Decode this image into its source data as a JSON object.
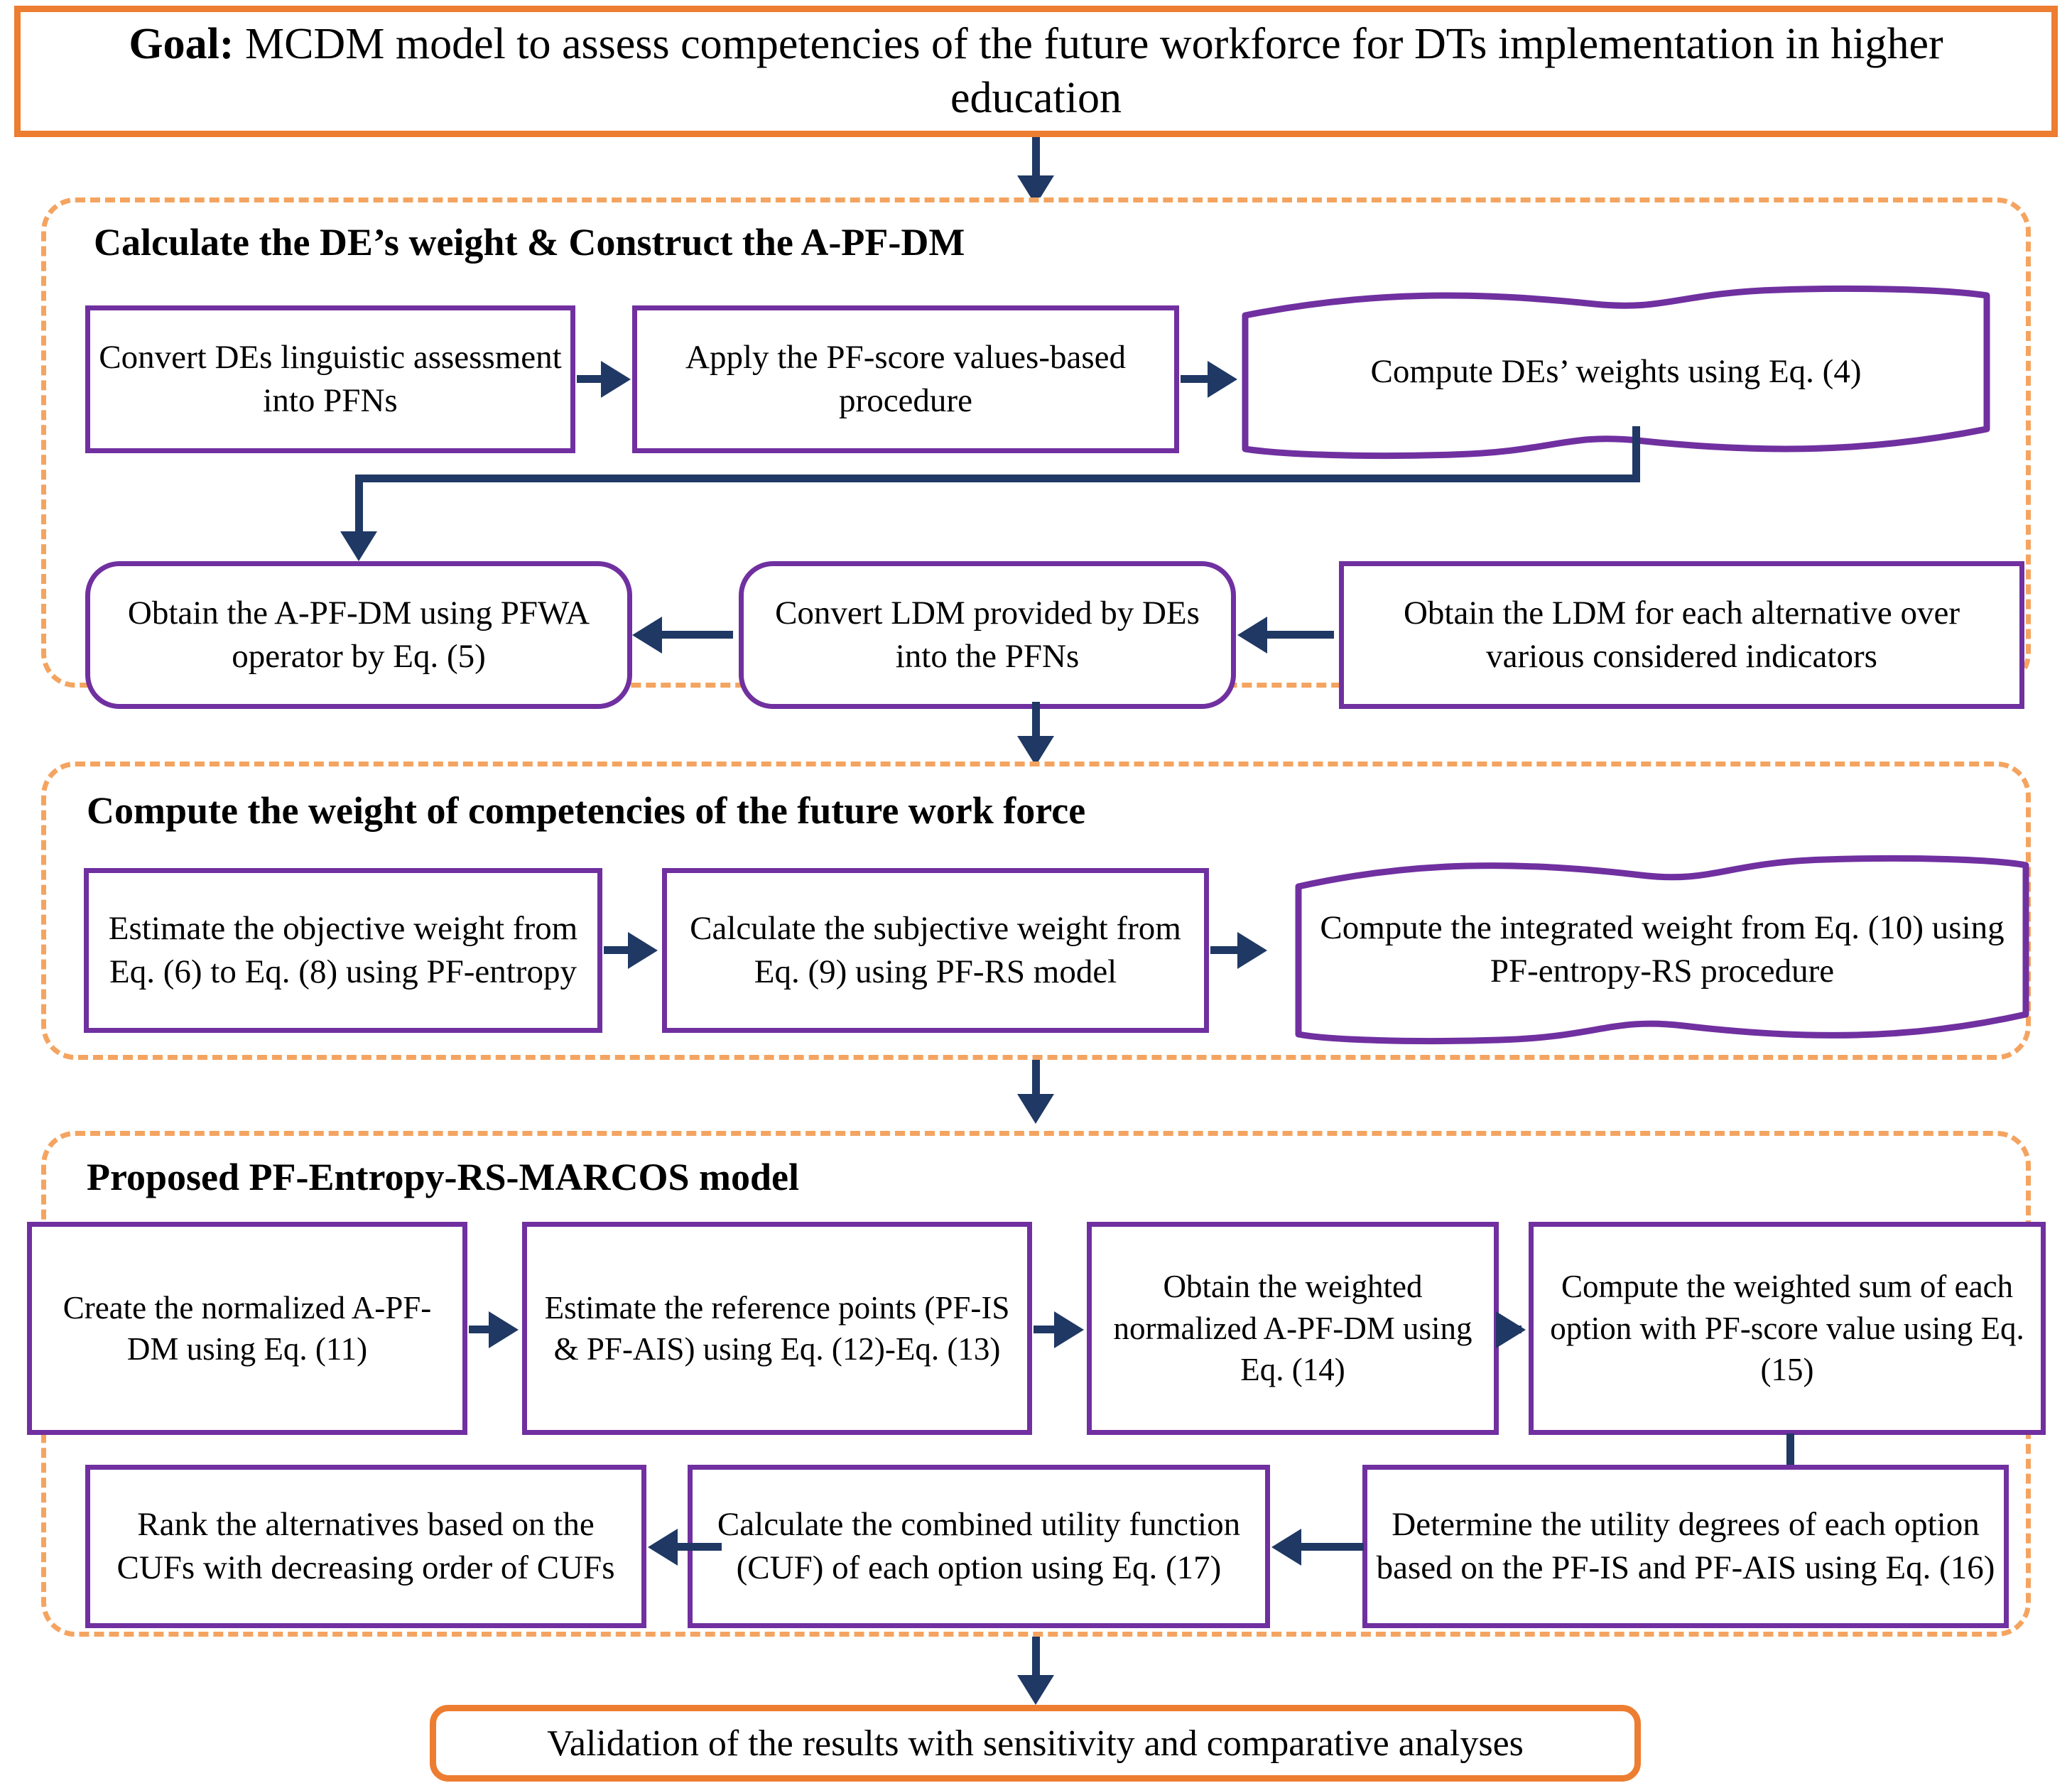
{
  "colors": {
    "orange": "#ED7D31",
    "dashed_orange": "#F4A460",
    "purple": "#7030A0",
    "navy": "#1F3864",
    "text": "#000000",
    "background": "#FFFFFF"
  },
  "goal": {
    "prefix": "Goal:",
    "text": " MCDM model to assess competencies of the future workforce for DTs implementation in higher education"
  },
  "sections": [
    {
      "id": "section-1",
      "title": "Calculate the DE’s weight & Construct the A-PF-DM",
      "nodes": [
        {
          "id": "n1",
          "shape": "rect",
          "text": "Convert DEs linguistic assessment into PFNs"
        },
        {
          "id": "n2",
          "shape": "rect",
          "text": "Apply the PF-score values-based procedure"
        },
        {
          "id": "n3",
          "shape": "wave",
          "text": "Compute DEs’ weights using Eq. (4)"
        },
        {
          "id": "n4",
          "shape": "round",
          "text": "Obtain the A-PF-DM using PFWA operator by Eq. (5)"
        },
        {
          "id": "n5",
          "shape": "round",
          "text": "Convert LDM provided by DEs into the PFNs"
        },
        {
          "id": "n6",
          "shape": "rect",
          "text": "Obtain the LDM for each alternative over various considered indicators"
        }
      ]
    },
    {
      "id": "section-2",
      "title": "Compute the weight of competencies of the future work force",
      "nodes": [
        {
          "id": "n7",
          "shape": "rect",
          "text": "Estimate the objective weight from Eq. (6) to Eq. (8) using PF-entropy"
        },
        {
          "id": "n8",
          "shape": "rect",
          "text": "Calculate the subjective weight from Eq. (9) using PF-RS model"
        },
        {
          "id": "n9",
          "shape": "wave",
          "text": "Compute the integrated weight from Eq. (10) using PF-entropy-RS procedure"
        }
      ]
    },
    {
      "id": "section-3",
      "title": "Proposed PF-Entropy-RS-MARCOS model",
      "nodes": [
        {
          "id": "n10",
          "shape": "rect",
          "text": "Create the normalized A-PF-DM using Eq. (11)"
        },
        {
          "id": "n11",
          "shape": "rect",
          "text": "Estimate the reference points (PF-IS & PF-AIS) using Eq. (12)-Eq. (13)"
        },
        {
          "id": "n12",
          "shape": "rect",
          "text": "Obtain the weighted normalized A-PF-DM using Eq. (14)"
        },
        {
          "id": "n13",
          "shape": "rect",
          "text": "Compute the weighted sum of each option with PF-score value using Eq. (15)"
        },
        {
          "id": "n14",
          "shape": "rect",
          "text": "Rank the alternatives based on the CUFs with decreasing order of CUFs"
        },
        {
          "id": "n15",
          "shape": "rect",
          "text": "Calculate the combined utility function (CUF) of each option using Eq. (17)"
        },
        {
          "id": "n16",
          "shape": "rect",
          "text": "Determine the utility degrees of each option based on the PF-IS and PF-AIS using Eq. (16)"
        }
      ]
    }
  ],
  "validation": {
    "text": "Validation of the results with sensitivity and comparative analyses"
  }
}
